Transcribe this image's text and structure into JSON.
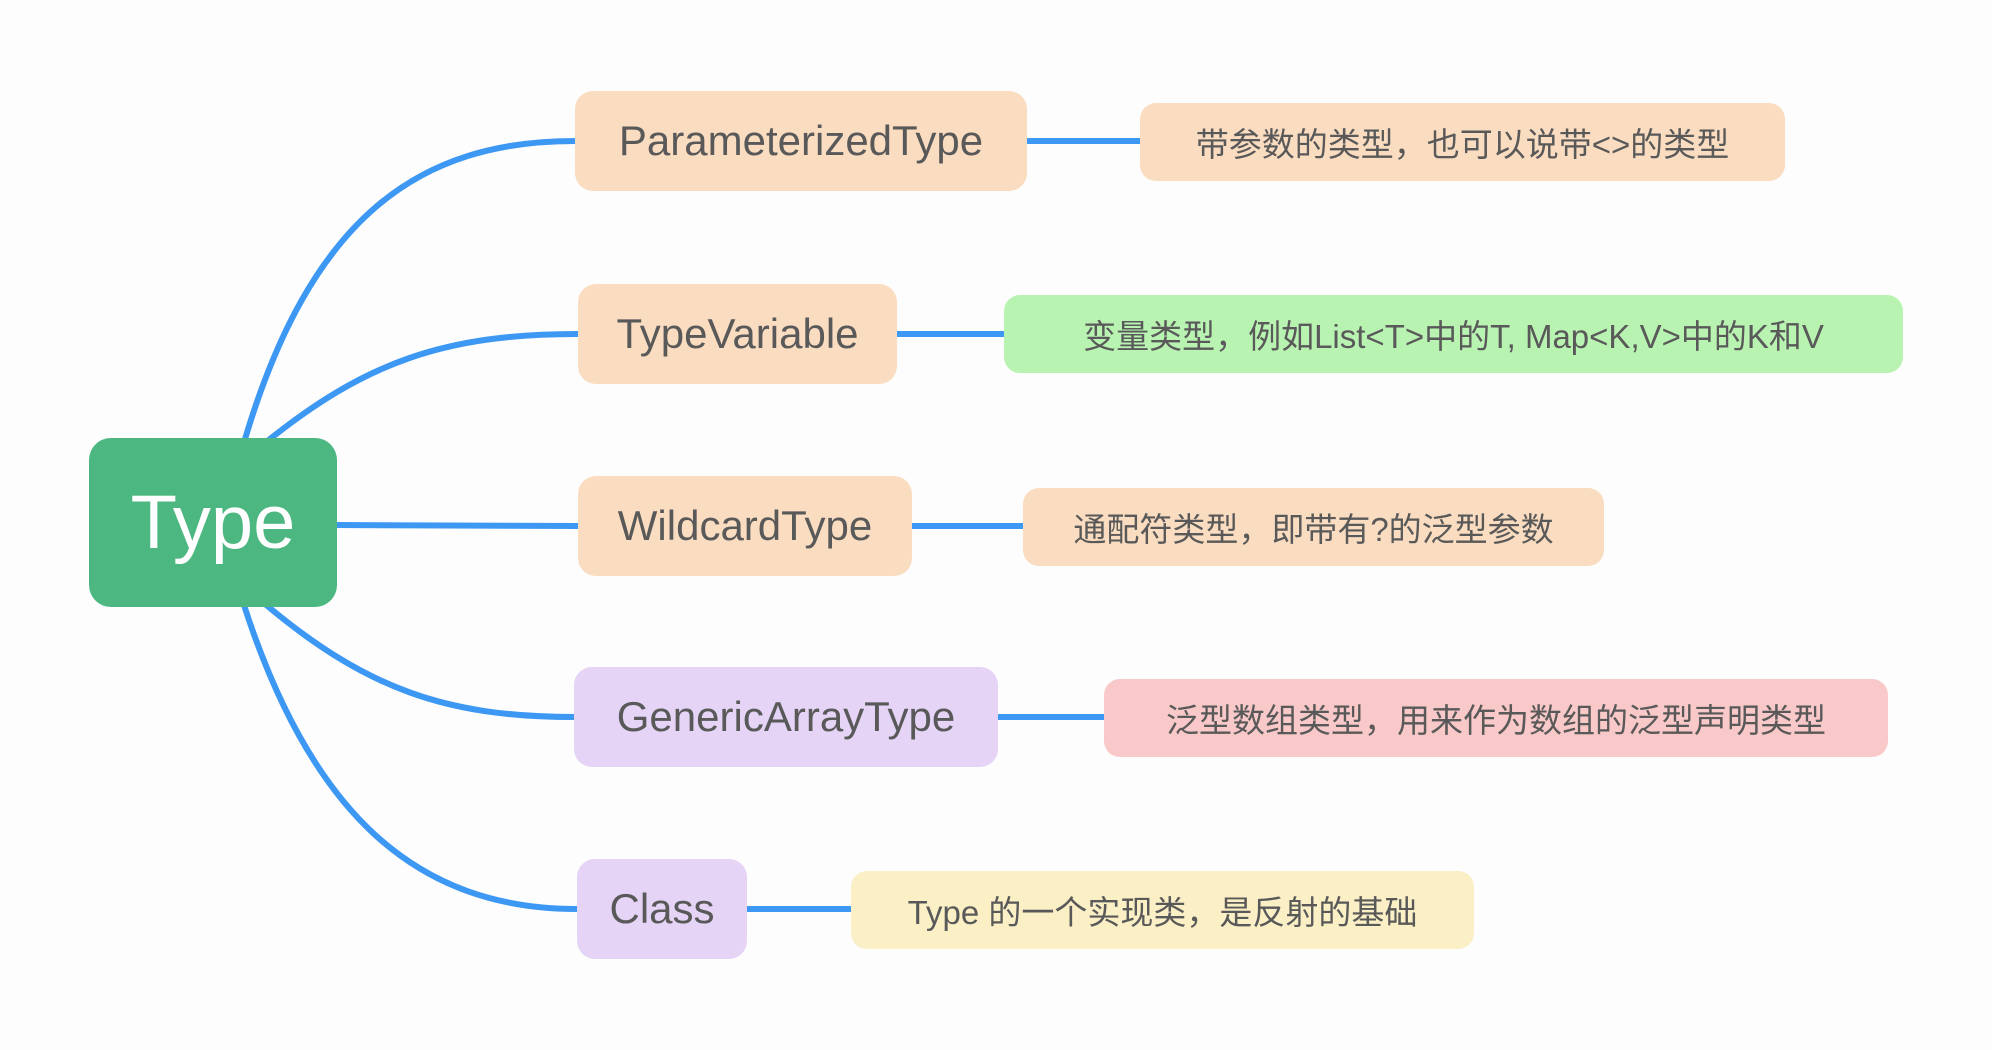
{
  "root": {
    "label": "Type",
    "color": "#4DB782",
    "text_color": "#FFFFFF"
  },
  "branches": [
    {
      "label": "ParameterizedType",
      "node_color": "#FADCC0",
      "desc": "带参数的类型，也可以说带<>的类型",
      "desc_color": "#FADCC0"
    },
    {
      "label": "TypeVariable",
      "node_color": "#FADCC0",
      "desc": "变量类型，例如List<T>中的T, Map<K,V>中的K和V",
      "desc_color": "#B9F3B2"
    },
    {
      "label": "WildcardType",
      "node_color": "#FADCC0",
      "desc": "通配符类型，即带有?的泛型参数",
      "desc_color": "#FADCC0"
    },
    {
      "label": "GenericArrayType",
      "node_color": "#E5D4F6",
      "desc": "泛型数组类型，用来作为数组的泛型声明类型",
      "desc_color": "#F9C8C8"
    },
    {
      "label": "Class",
      "node_color": "#E5D4F6",
      "desc": "Type 的一个实现类，是反射的基础",
      "desc_color": "#FAEFC5"
    }
  ],
  "colors": {
    "connector_blue": "#3D98F4",
    "text_gray": "#595959",
    "background": "#FDFDFD"
  }
}
